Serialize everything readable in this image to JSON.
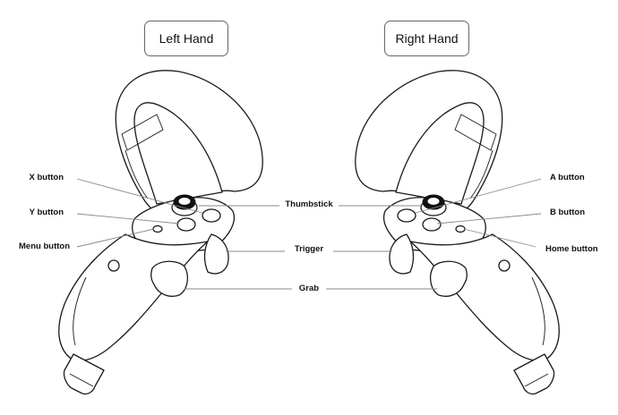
{
  "titles": {
    "left": "Left Hand",
    "right": "Right Hand"
  },
  "labels": {
    "x_button": "X button",
    "y_button": "Y button",
    "menu_button": "Menu button",
    "thumbstick": "Thumbstick",
    "trigger": "Trigger",
    "grab": "Grab",
    "a_button": "A button",
    "b_button": "B button",
    "home_button": "Home button"
  }
}
